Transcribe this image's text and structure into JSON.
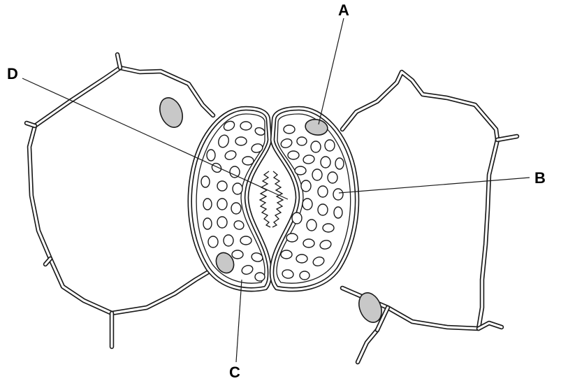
{
  "labels": {
    "A": "A",
    "B": "B",
    "C": "C",
    "D": "D"
  },
  "colors": {
    "line": "#1a1a1a",
    "nucleus_fill": "#c8c8c8",
    "background": "#ffffff"
  }
}
